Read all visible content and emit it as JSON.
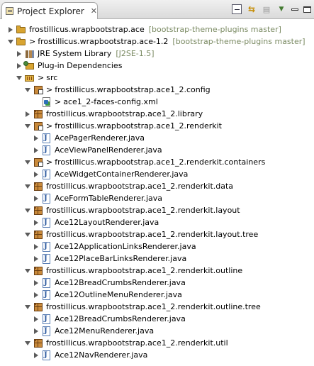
{
  "window": {
    "tab_title": "Project Explorer",
    "tab_close": "✕",
    "toolbar": {
      "collapse_all": "collapse-all-icon",
      "link_editor": "⇆",
      "focus": "▤",
      "view_menu": "▼",
      "minimize": "minimize-icon",
      "maximize": "maximize-icon"
    }
  },
  "tree": [
    {
      "depth": 0,
      "twisty": "closed",
      "icon": "project",
      "prefix": "",
      "label": "frostillicus.wrapbootstrap.ace",
      "decoration": "[bootstrap-theme-plugins master]"
    },
    {
      "depth": 0,
      "twisty": "open",
      "icon": "project",
      "prefix": ">",
      "label": "frostillicus.wrapbootstrap.ace-1.2",
      "decoration": "[bootstrap-theme-plugins master]"
    },
    {
      "depth": 1,
      "twisty": "closed",
      "icon": "lib",
      "prefix": "",
      "label": "JRE System Library",
      "decoration": "[J2SE-1.5]"
    },
    {
      "depth": 1,
      "twisty": "closed",
      "icon": "plug",
      "prefix": "",
      "label": "Plug-in Dependencies",
      "decoration": ""
    },
    {
      "depth": 1,
      "twisty": "open",
      "icon": "srcfolder",
      "prefix": ">",
      "label": "src",
      "decoration": ""
    },
    {
      "depth": 2,
      "twisty": "open",
      "icon": "pkgmod",
      "prefix": ">",
      "label": "frostillicus.wrapbootstrap.ace1_2.config",
      "decoration": ""
    },
    {
      "depth": 3,
      "twisty": "leaf",
      "icon": "xml",
      "prefix": ">",
      "label": "ace1_2-faces-config.xml",
      "decoration": ""
    },
    {
      "depth": 2,
      "twisty": "closed",
      "icon": "pkg",
      "prefix": "",
      "label": "frostillicus.wrapbootstrap.ace1_2.library",
      "decoration": ""
    },
    {
      "depth": 2,
      "twisty": "open",
      "icon": "pkgmod",
      "prefix": ">",
      "label": "frostillicus.wrapbootstrap.ace1_2.renderkit",
      "decoration": ""
    },
    {
      "depth": 3,
      "twisty": "closed",
      "icon": "java",
      "prefix": "",
      "label": "AcePagerRenderer.java",
      "decoration": ""
    },
    {
      "depth": 3,
      "twisty": "closed",
      "icon": "java",
      "prefix": "",
      "label": "AceViewPanelRenderer.java",
      "decoration": ""
    },
    {
      "depth": 2,
      "twisty": "open",
      "icon": "pkgmod",
      "prefix": ">",
      "label": "frostillicus.wrapbootstrap.ace1_2.renderkit.containers",
      "decoration": ""
    },
    {
      "depth": 3,
      "twisty": "closed",
      "icon": "java",
      "prefix": "",
      "label": "AceWidgetContainerRenderer.java",
      "decoration": ""
    },
    {
      "depth": 2,
      "twisty": "open",
      "icon": "pkg",
      "prefix": "",
      "label": "frostillicus.wrapbootstrap.ace1_2.renderkit.data",
      "decoration": ""
    },
    {
      "depth": 3,
      "twisty": "closed",
      "icon": "java",
      "prefix": "",
      "label": "AceFormTableRenderer.java",
      "decoration": ""
    },
    {
      "depth": 2,
      "twisty": "open",
      "icon": "pkg",
      "prefix": "",
      "label": "frostillicus.wrapbootstrap.ace1_2.renderkit.layout",
      "decoration": ""
    },
    {
      "depth": 3,
      "twisty": "closed",
      "icon": "java",
      "prefix": "",
      "label": "Ace12LayoutRenderer.java",
      "decoration": ""
    },
    {
      "depth": 2,
      "twisty": "open",
      "icon": "pkg",
      "prefix": "",
      "label": "frostillicus.wrapbootstrap.ace1_2.renderkit.layout.tree",
      "decoration": ""
    },
    {
      "depth": 3,
      "twisty": "closed",
      "icon": "java",
      "prefix": "",
      "label": "Ace12ApplicationLinksRenderer.java",
      "decoration": ""
    },
    {
      "depth": 3,
      "twisty": "closed",
      "icon": "java",
      "prefix": "",
      "label": "Ace12PlaceBarLinksRenderer.java",
      "decoration": ""
    },
    {
      "depth": 2,
      "twisty": "open",
      "icon": "pkg",
      "prefix": "",
      "label": "frostillicus.wrapbootstrap.ace1_2.renderkit.outline",
      "decoration": ""
    },
    {
      "depth": 3,
      "twisty": "closed",
      "icon": "java",
      "prefix": "",
      "label": "Ace12BreadCrumbsRenderer.java",
      "decoration": ""
    },
    {
      "depth": 3,
      "twisty": "closed",
      "icon": "java",
      "prefix": "",
      "label": "Ace12OutlineMenuRenderer.java",
      "decoration": ""
    },
    {
      "depth": 2,
      "twisty": "open",
      "icon": "pkg",
      "prefix": "",
      "label": "frostillicus.wrapbootstrap.ace1_2.renderkit.outline.tree",
      "decoration": ""
    },
    {
      "depth": 3,
      "twisty": "closed",
      "icon": "java",
      "prefix": "",
      "label": "Ace12BreadCrumbsRenderer.java",
      "decoration": ""
    },
    {
      "depth": 3,
      "twisty": "closed",
      "icon": "java",
      "prefix": "",
      "label": "Ace12MenuRenderer.java",
      "decoration": ""
    },
    {
      "depth": 2,
      "twisty": "open",
      "icon": "pkg",
      "prefix": "",
      "label": "frostillicus.wrapbootstrap.ace1_2.renderkit.util",
      "decoration": ""
    },
    {
      "depth": 3,
      "twisty": "closed",
      "icon": "java",
      "prefix": "",
      "label": "Ace12NavRenderer.java",
      "decoration": ""
    }
  ]
}
